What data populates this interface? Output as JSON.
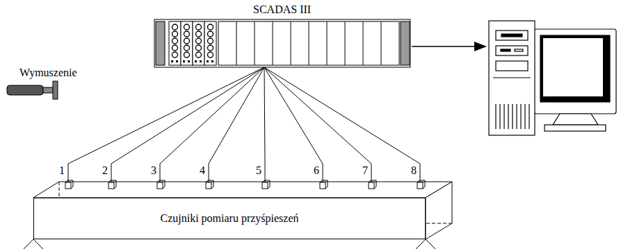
{
  "diagram": {
    "nodes": [
      {
        "text": [
          "SCADAS III"
        ]
      },
      {
        "text": [
          "Czujniki pomiaru przyśpieszeń"
        ]
      }
    ],
    "labels": [
      "Wymuszenie",
      "1",
      "2",
      "3",
      "4",
      "5",
      "6",
      "7",
      "8"
    ]
  }
}
